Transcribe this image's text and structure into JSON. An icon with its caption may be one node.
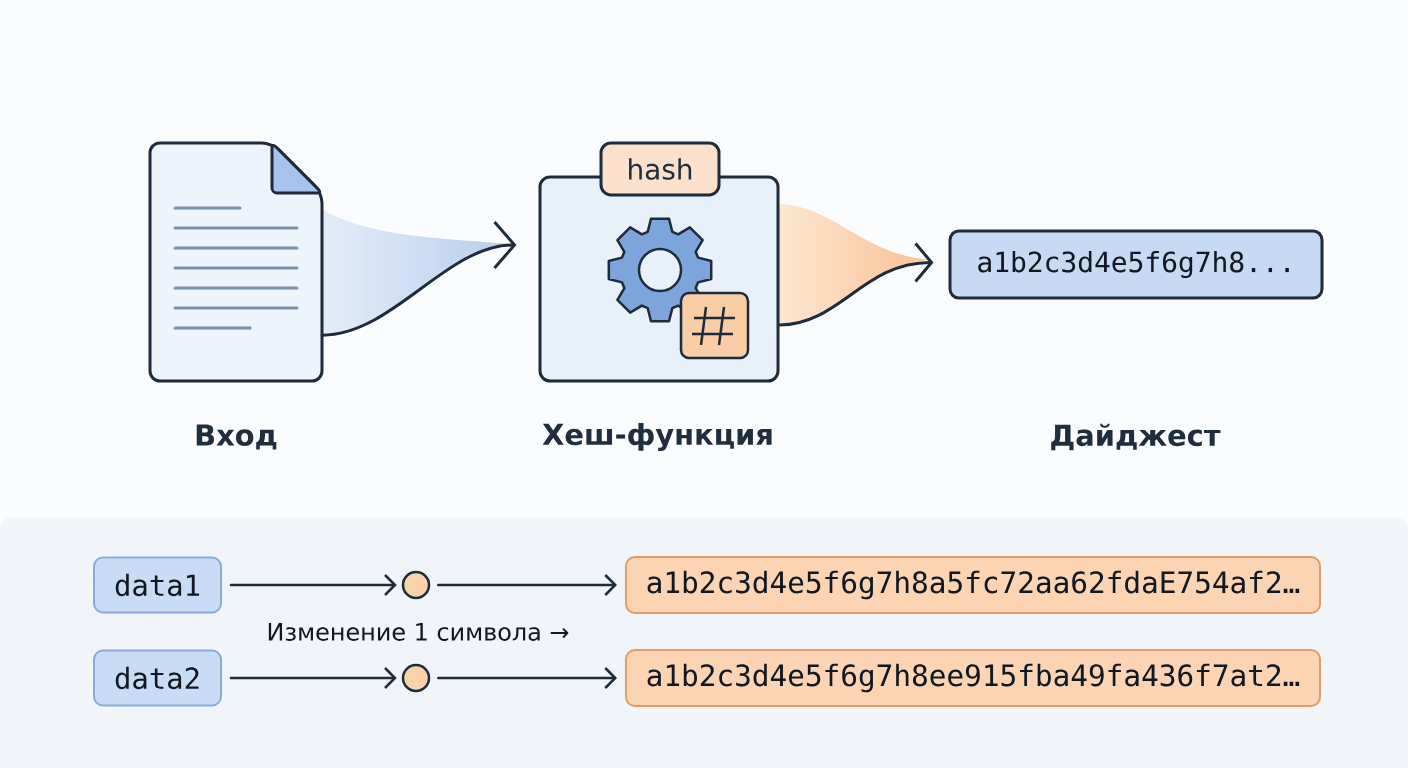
{
  "diagram": {
    "nodes": [
      {
        "text": [],
        "shape": "document",
        "beside": [
          "Вход"
        ]
      },
      {
        "text": [
          "hash"
        ],
        "beside": [
          "Хеш-функция"
        ]
      },
      {
        "text": [
          "a1b2c3d4e5f6g7h8..."
        ]
      },
      {
        "text": [
          "data1"
        ]
      },
      {
        "text": [],
        "shape": "circle"
      },
      {
        "text": [
          "a1b2c3d4e5f6g7h8a5fc72aa62fdaE754af2…"
        ]
      },
      {
        "text": [
          "data2"
        ]
      },
      {
        "text": [],
        "shape": "circle"
      },
      {
        "text": [
          "a1b2c3d4e5f6g7h8ee915fba49fa436f7at2…"
        ]
      }
    ],
    "edges": [
      {
        "from": 0,
        "to": 1,
        "arrow": "to"
      },
      {
        "from": 1,
        "to": 2,
        "arrow": "to"
      },
      {
        "from": 3,
        "to": 4,
        "arrow": "to"
      },
      {
        "from": 4,
        "to": 5,
        "arrow": "to"
      },
      {
        "from": 6,
        "to": 7,
        "arrow": "to"
      },
      {
        "from": 7,
        "to": 8,
        "arrow": "to"
      }
    ],
    "labels": [
      "Дайджест",
      "Изменение 1 символа →"
    ]
  }
}
